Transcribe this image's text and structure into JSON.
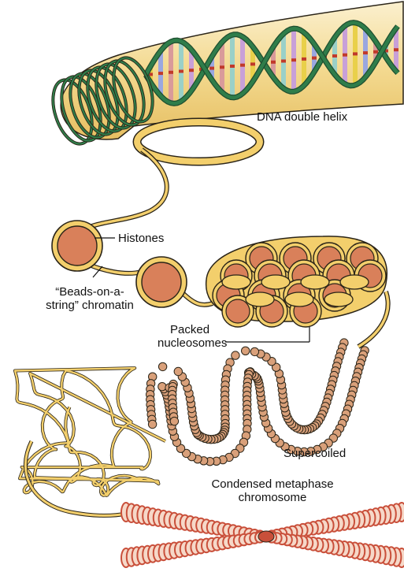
{
  "labels": {
    "dna_double_helix": "DNA double helix",
    "histones": "Histones",
    "beads_on_a_string_line1": "“Beads-on-a-",
    "beads_on_a_string_line2": "string” chromatin",
    "packed_nucleosomes_line1": "Packed",
    "packed_nucleosomes_line2": "nucleosomes",
    "supercoiled": "Supercoiled",
    "condensed_line1": "Condensed metaphase",
    "condensed_line2": "chromosome"
  },
  "colors": {
    "fiber_fill": "#f3cf6c",
    "fiber_dark": "#c9952a",
    "helix_green": "#2f7d4a",
    "histone_fill": "#d9805a",
    "outline": "#2a2418",
    "chromosome_red": "#c94f3a",
    "tube_fill": "#f6e3b3"
  }
}
